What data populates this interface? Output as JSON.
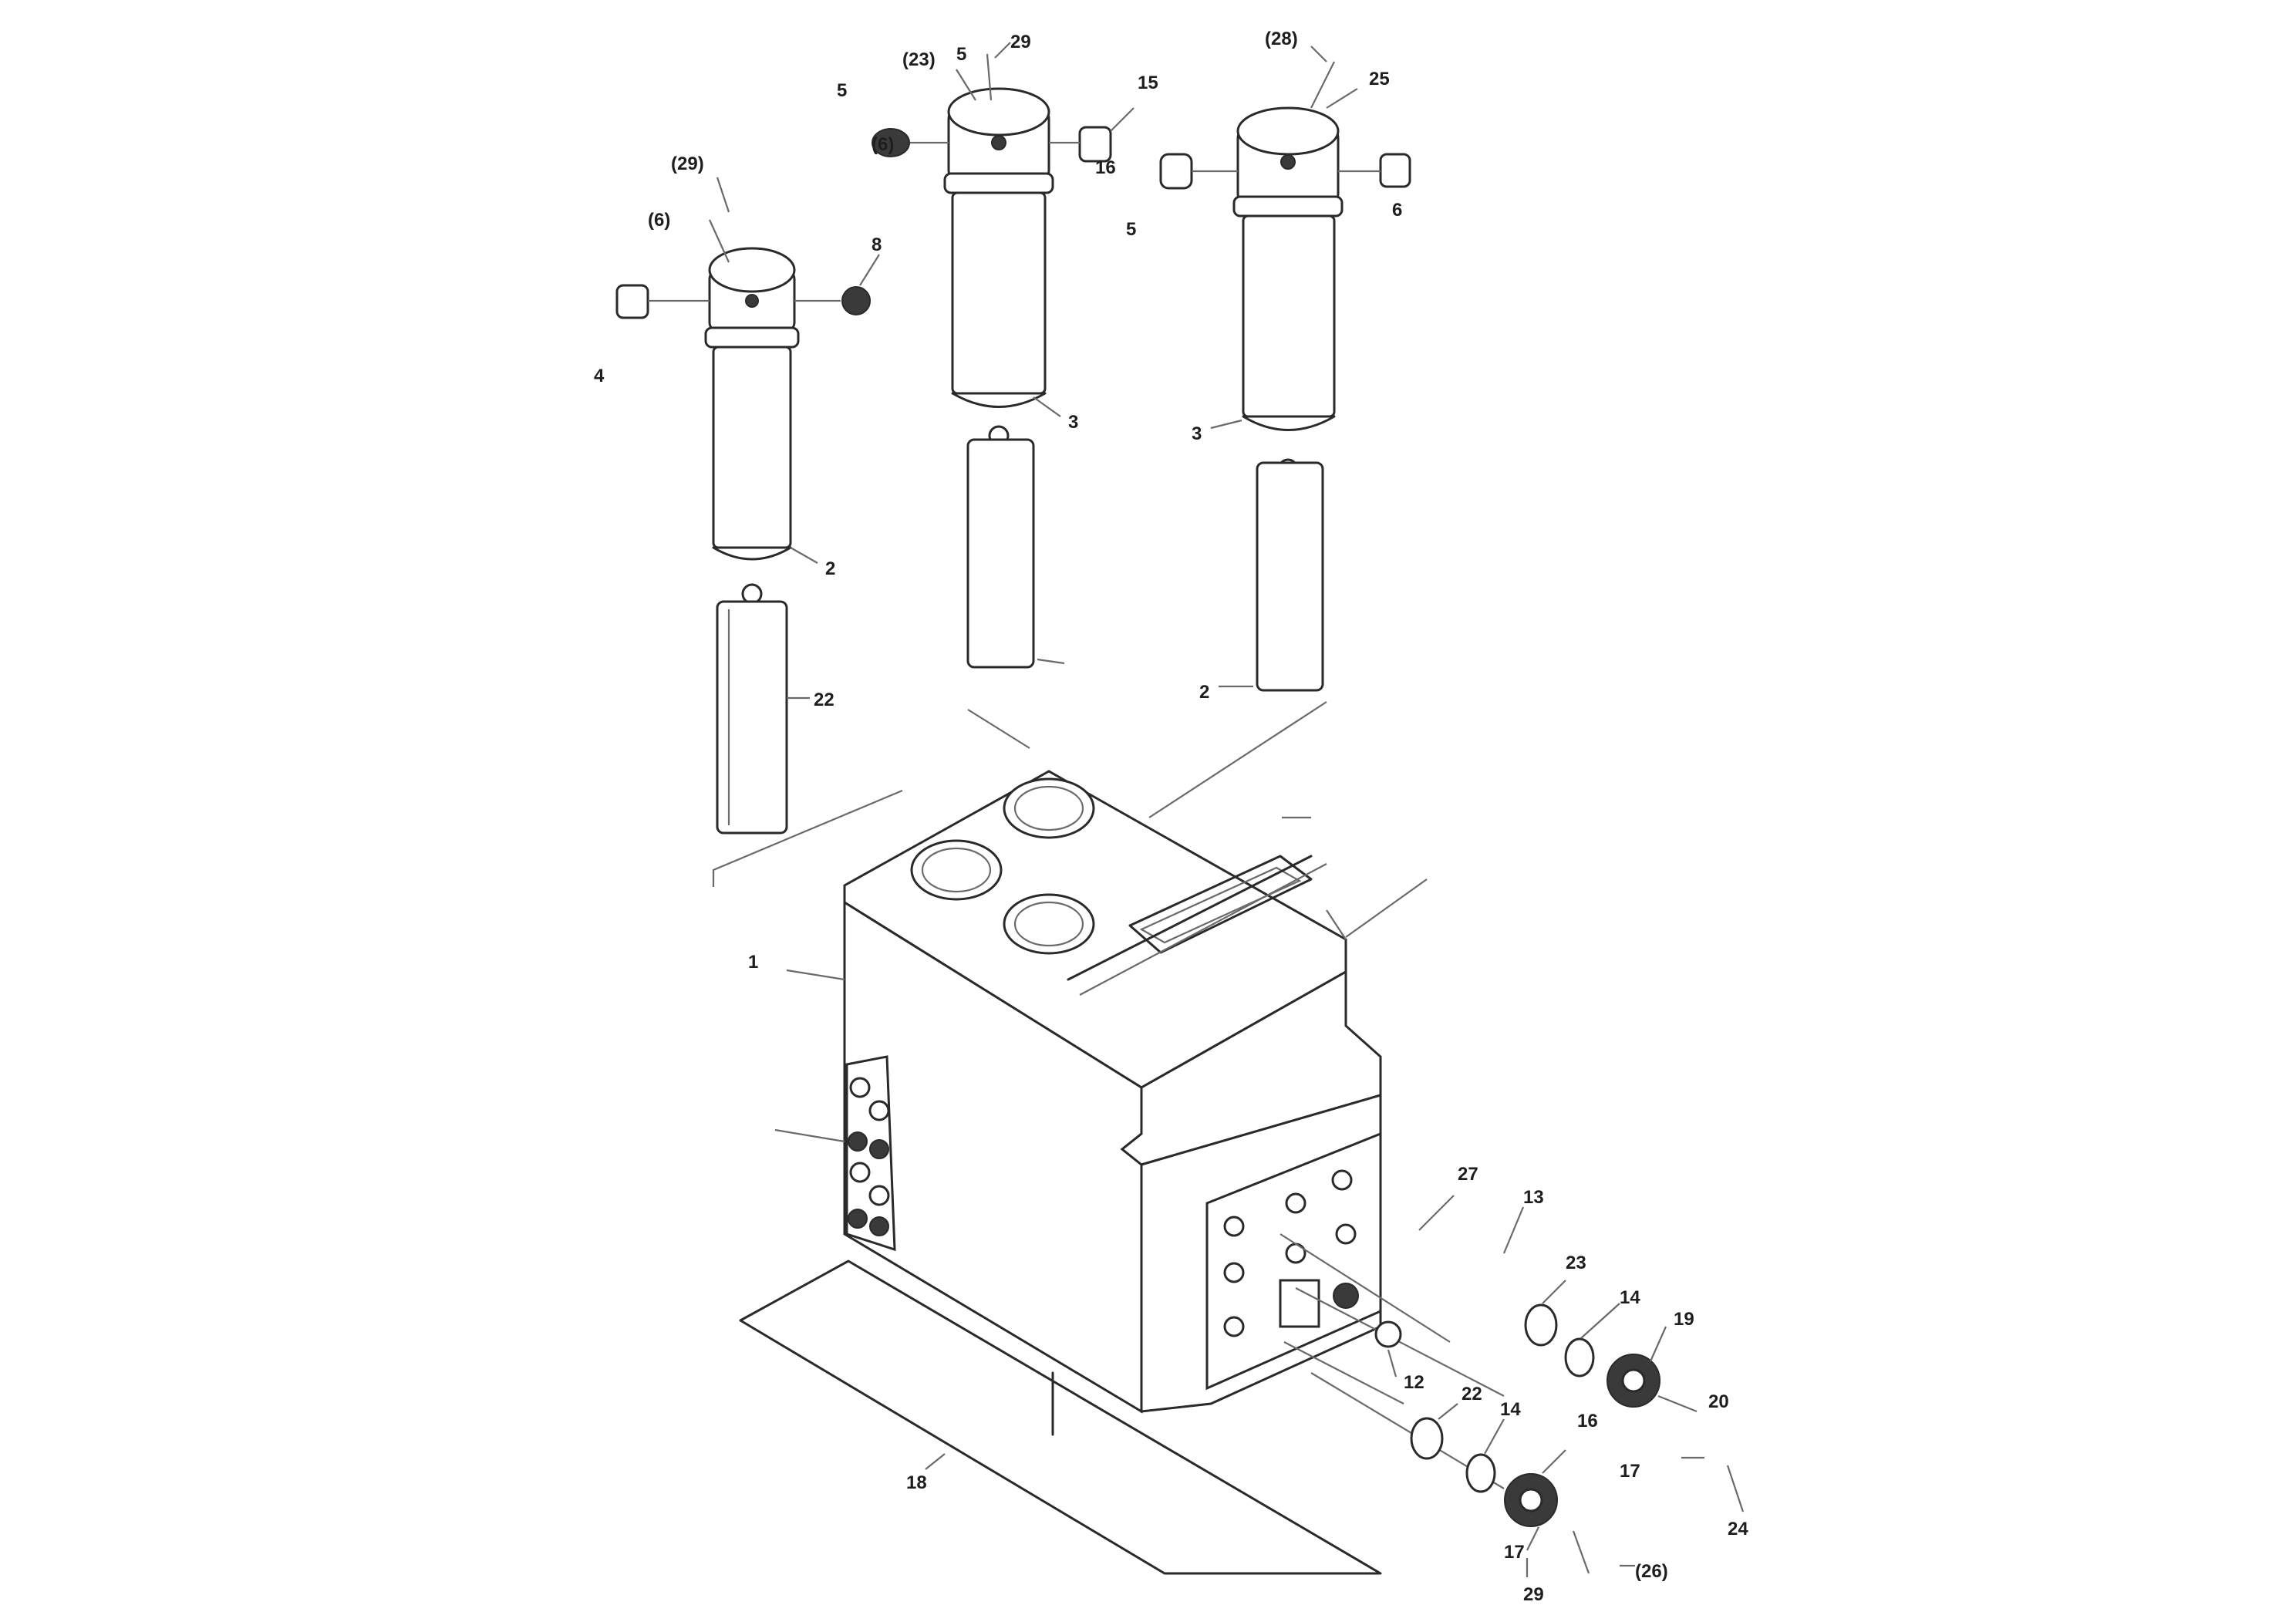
{
  "labels": {
    "l_23a": "(23)",
    "l_5a": "5",
    "l_29a": "29",
    "l_5b": "5",
    "l_15a": "15",
    "l_6a": "(6)",
    "l_28a": "(28)",
    "l_25a": "25",
    "l_5c": "5",
    "l_29b": "(29)",
    "l_6b": "(6)",
    "l_16a": "16",
    "l_6c": "6",
    "l_8a": "8",
    "l_3a": "3",
    "l_3b": "3",
    "l_4a": "4",
    "l_2a": "2",
    "l_22a": "22",
    "l_2b": "2",
    "l_1a": "1",
    "l_27a": "27",
    "l_13a": "13",
    "l_23b": "23",
    "l_14a": "14",
    "l_12a": "12",
    "l_19a": "19",
    "l_22b": "22",
    "l_14b": "14",
    "l_20a": "20",
    "l_17a": "17",
    "l_24a": "24",
    "l_17b": "17",
    "l_26a": "(26)",
    "l_18a": "18",
    "l_16b": "16",
    "l_29c": "29"
  }
}
